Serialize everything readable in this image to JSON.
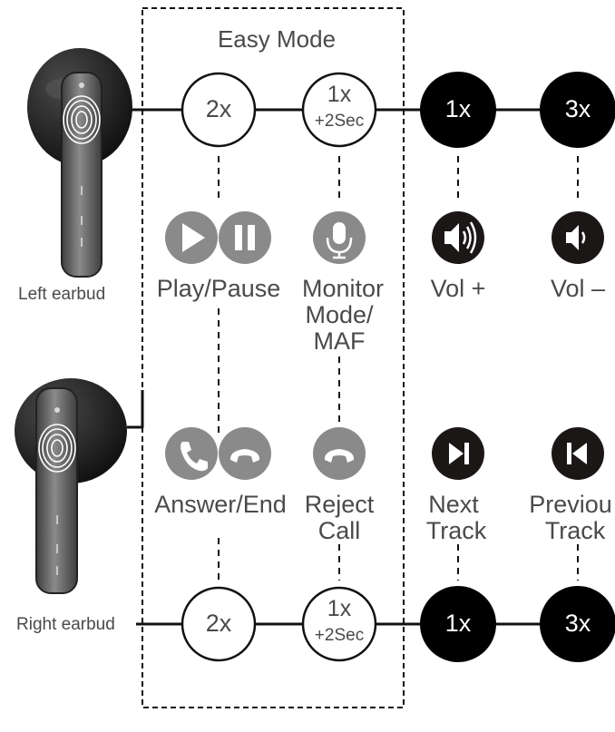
{
  "easy_mode_label": "Easy Mode",
  "earbuds": {
    "left_label": "Left earbud",
    "right_label": "Right earbud"
  },
  "gestures": {
    "tap_2x": "2x",
    "hold_line1": "1x",
    "hold_line2": "+2Sec",
    "tap_1x": "1x",
    "tap_3x": "3x"
  },
  "left_functions": {
    "play_pause": "Play/Pause",
    "monitor_line1": "Monitor",
    "monitor_line2": "Mode/",
    "monitor_line3": "MAF",
    "vol_up": "Vol +",
    "vol_down": "Vol –"
  },
  "right_functions": {
    "answer_end": "Answer/End",
    "reject_line1": "Reject",
    "reject_line2": "Call",
    "next_line1": "Next",
    "next_line2": "Track",
    "prev_line1": "Previou",
    "prev_line2": "Track"
  },
  "colors": {
    "line": "#111111",
    "dark_fill": "#000000",
    "gray_icon": "#8a8a8a",
    "media_icon": "#1c1717",
    "text": "#4a4a4a",
    "earbud_body": "#1b1b1b",
    "earbud_stem": "#6f6f6f"
  },
  "icons": [
    "fingerprint-icon",
    "play-icon",
    "pause-icon",
    "microphone-icon",
    "phone-answer-icon",
    "phone-end-icon",
    "volume-up-icon",
    "volume-down-icon",
    "next-track-icon",
    "previous-track-icon"
  ]
}
